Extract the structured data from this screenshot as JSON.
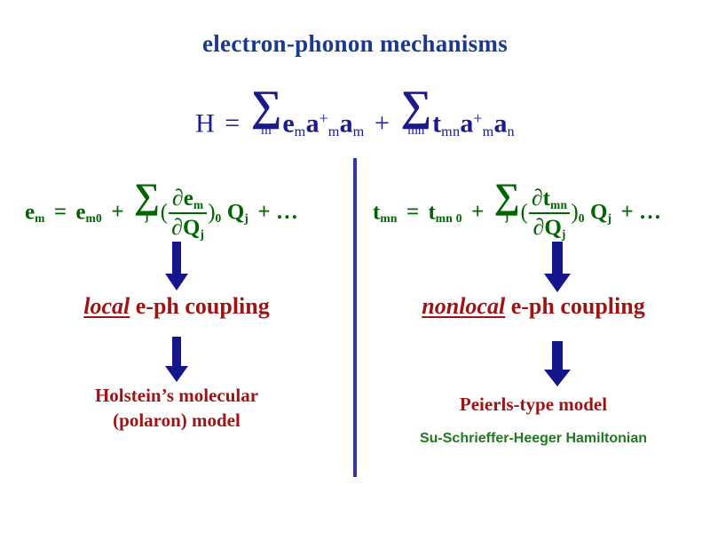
{
  "slide": {
    "title": "electron-phonon mechanisms",
    "background_color": "#ffffff"
  },
  "colors": {
    "title_blue": "#1b3a8c",
    "equation_blue": "#1b1b8f",
    "equation_green": "#006400",
    "heading_red": "#9e1313",
    "divider_blue": "#3333aa",
    "arrow_navy": "#15158c",
    "annotation_green": "#1f7a1f"
  },
  "hamiltonian": {
    "lhs": "H",
    "equals": "=",
    "term1": {
      "sigma": "∑",
      "sigma_limit": "m",
      "coefficient": "e",
      "coefficient_sub": "m",
      "creation_op": "a",
      "creation_sup": "+",
      "creation_sub": "m",
      "annihilation_op": "a",
      "annihilation_sub": "m"
    },
    "plus": "+",
    "term2": {
      "sigma": "∑",
      "sigma_limit": "mn",
      "coefficient": "t",
      "coefficient_sub": "mn",
      "creation_op": "a",
      "creation_sup": "+",
      "creation_sub": "m",
      "annihilation_op": "a",
      "annihilation_sub": "n"
    }
  },
  "left_branch": {
    "expansion": {
      "lhs": "e",
      "lhs_sub": "m",
      "equals": "=",
      "zeroth": "e",
      "zeroth_sub": "m0",
      "plus": "+",
      "sigma": "∑",
      "sigma_limit": "j",
      "open_paren": "(",
      "numerator_partial": "∂",
      "numerator_var": "e",
      "numerator_sub": "m",
      "denominator_partial": "∂",
      "denominator_var": "Q",
      "denominator_sub": "j",
      "close_paren": ")",
      "close_paren_sub": "0",
      "coordinate": "Q",
      "coordinate_sub": "j",
      "trailing": "+ …"
    },
    "coupling_emphasis": "local",
    "coupling_rest": " e-ph coupling",
    "model_line1": "Holstein’s molecular",
    "model_line2": "(polaron) model"
  },
  "right_branch": {
    "expansion": {
      "lhs": "t",
      "lhs_sub": "mn",
      "equals": "=",
      "zeroth": "t",
      "zeroth_sub": "mn 0",
      "plus": "+",
      "sigma": "∑",
      "sigma_limit": "j",
      "open_paren": "(",
      "numerator_partial": "∂",
      "numerator_var": "t",
      "numerator_sub": "mn",
      "denominator_partial": "∂",
      "denominator_var": "Q",
      "denominator_sub": "j",
      "close_paren": ")",
      "close_paren_sub": "0",
      "coordinate": "Q",
      "coordinate_sub": "j",
      "trailing": "+ …"
    },
    "coupling_emphasis": "nonlocal",
    "coupling_rest": " e-ph coupling",
    "model_line1": "Peierls-type model",
    "hamiltonian_name": "Su-Schrieffer-Heeger Hamiltonian"
  },
  "arrows": [
    {
      "name": "arrow-left-upper",
      "direction": "down"
    },
    {
      "name": "arrow-left-lower",
      "direction": "down"
    },
    {
      "name": "arrow-right-upper",
      "direction": "down"
    },
    {
      "name": "arrow-right-lower",
      "direction": "down"
    }
  ]
}
